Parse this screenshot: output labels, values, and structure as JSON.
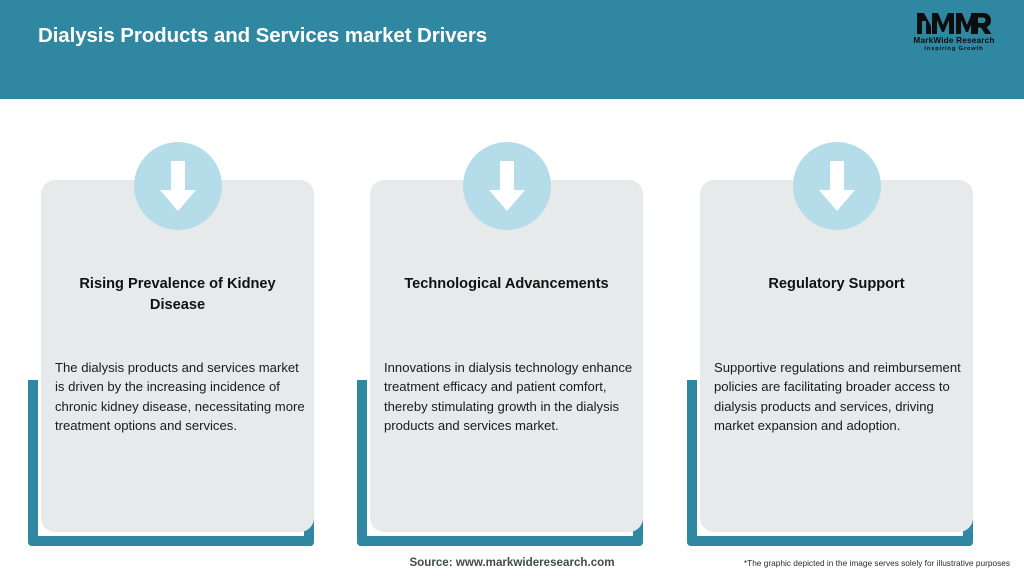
{
  "header": {
    "title": "Dialysis Products and Services market Drivers",
    "band_color": "#2F87A1",
    "title_color": "#FFFFFF"
  },
  "logo": {
    "mark": "MWR",
    "name": "MarkWide Research",
    "tagline": "Inspiring Growth"
  },
  "theme": {
    "accent": "#2F87A1",
    "card_background": "#E7EAEB",
    "icon_circle": "#B5DCE9",
    "icon_arrow": "#FFFFFF",
    "page_background": "#FFFFFF"
  },
  "cards": [
    {
      "icon": "arrow-down-icon",
      "title": "Rising Prevalence of Kidney Disease",
      "body": "The dialysis products and services market is driven by the increasing incidence of chronic kidney disease, necessitating more treatment options and services."
    },
    {
      "icon": "arrow-down-icon",
      "title": "Technological Advancements",
      "body": "Innovations in dialysis technology enhance treatment efficacy and patient comfort, thereby stimulating growth in the dialysis products and services market."
    },
    {
      "icon": "arrow-down-icon",
      "title": "Regulatory Support",
      "body": "Supportive regulations and reimbursement policies are facilitating broader access to dialysis products and services, driving market expansion and adoption."
    }
  ],
  "footer": {
    "source": "Source: www.markwideresearch.com",
    "disclaimer": "*The graphic depicted in the image serves solely for illustrative purposes"
  }
}
